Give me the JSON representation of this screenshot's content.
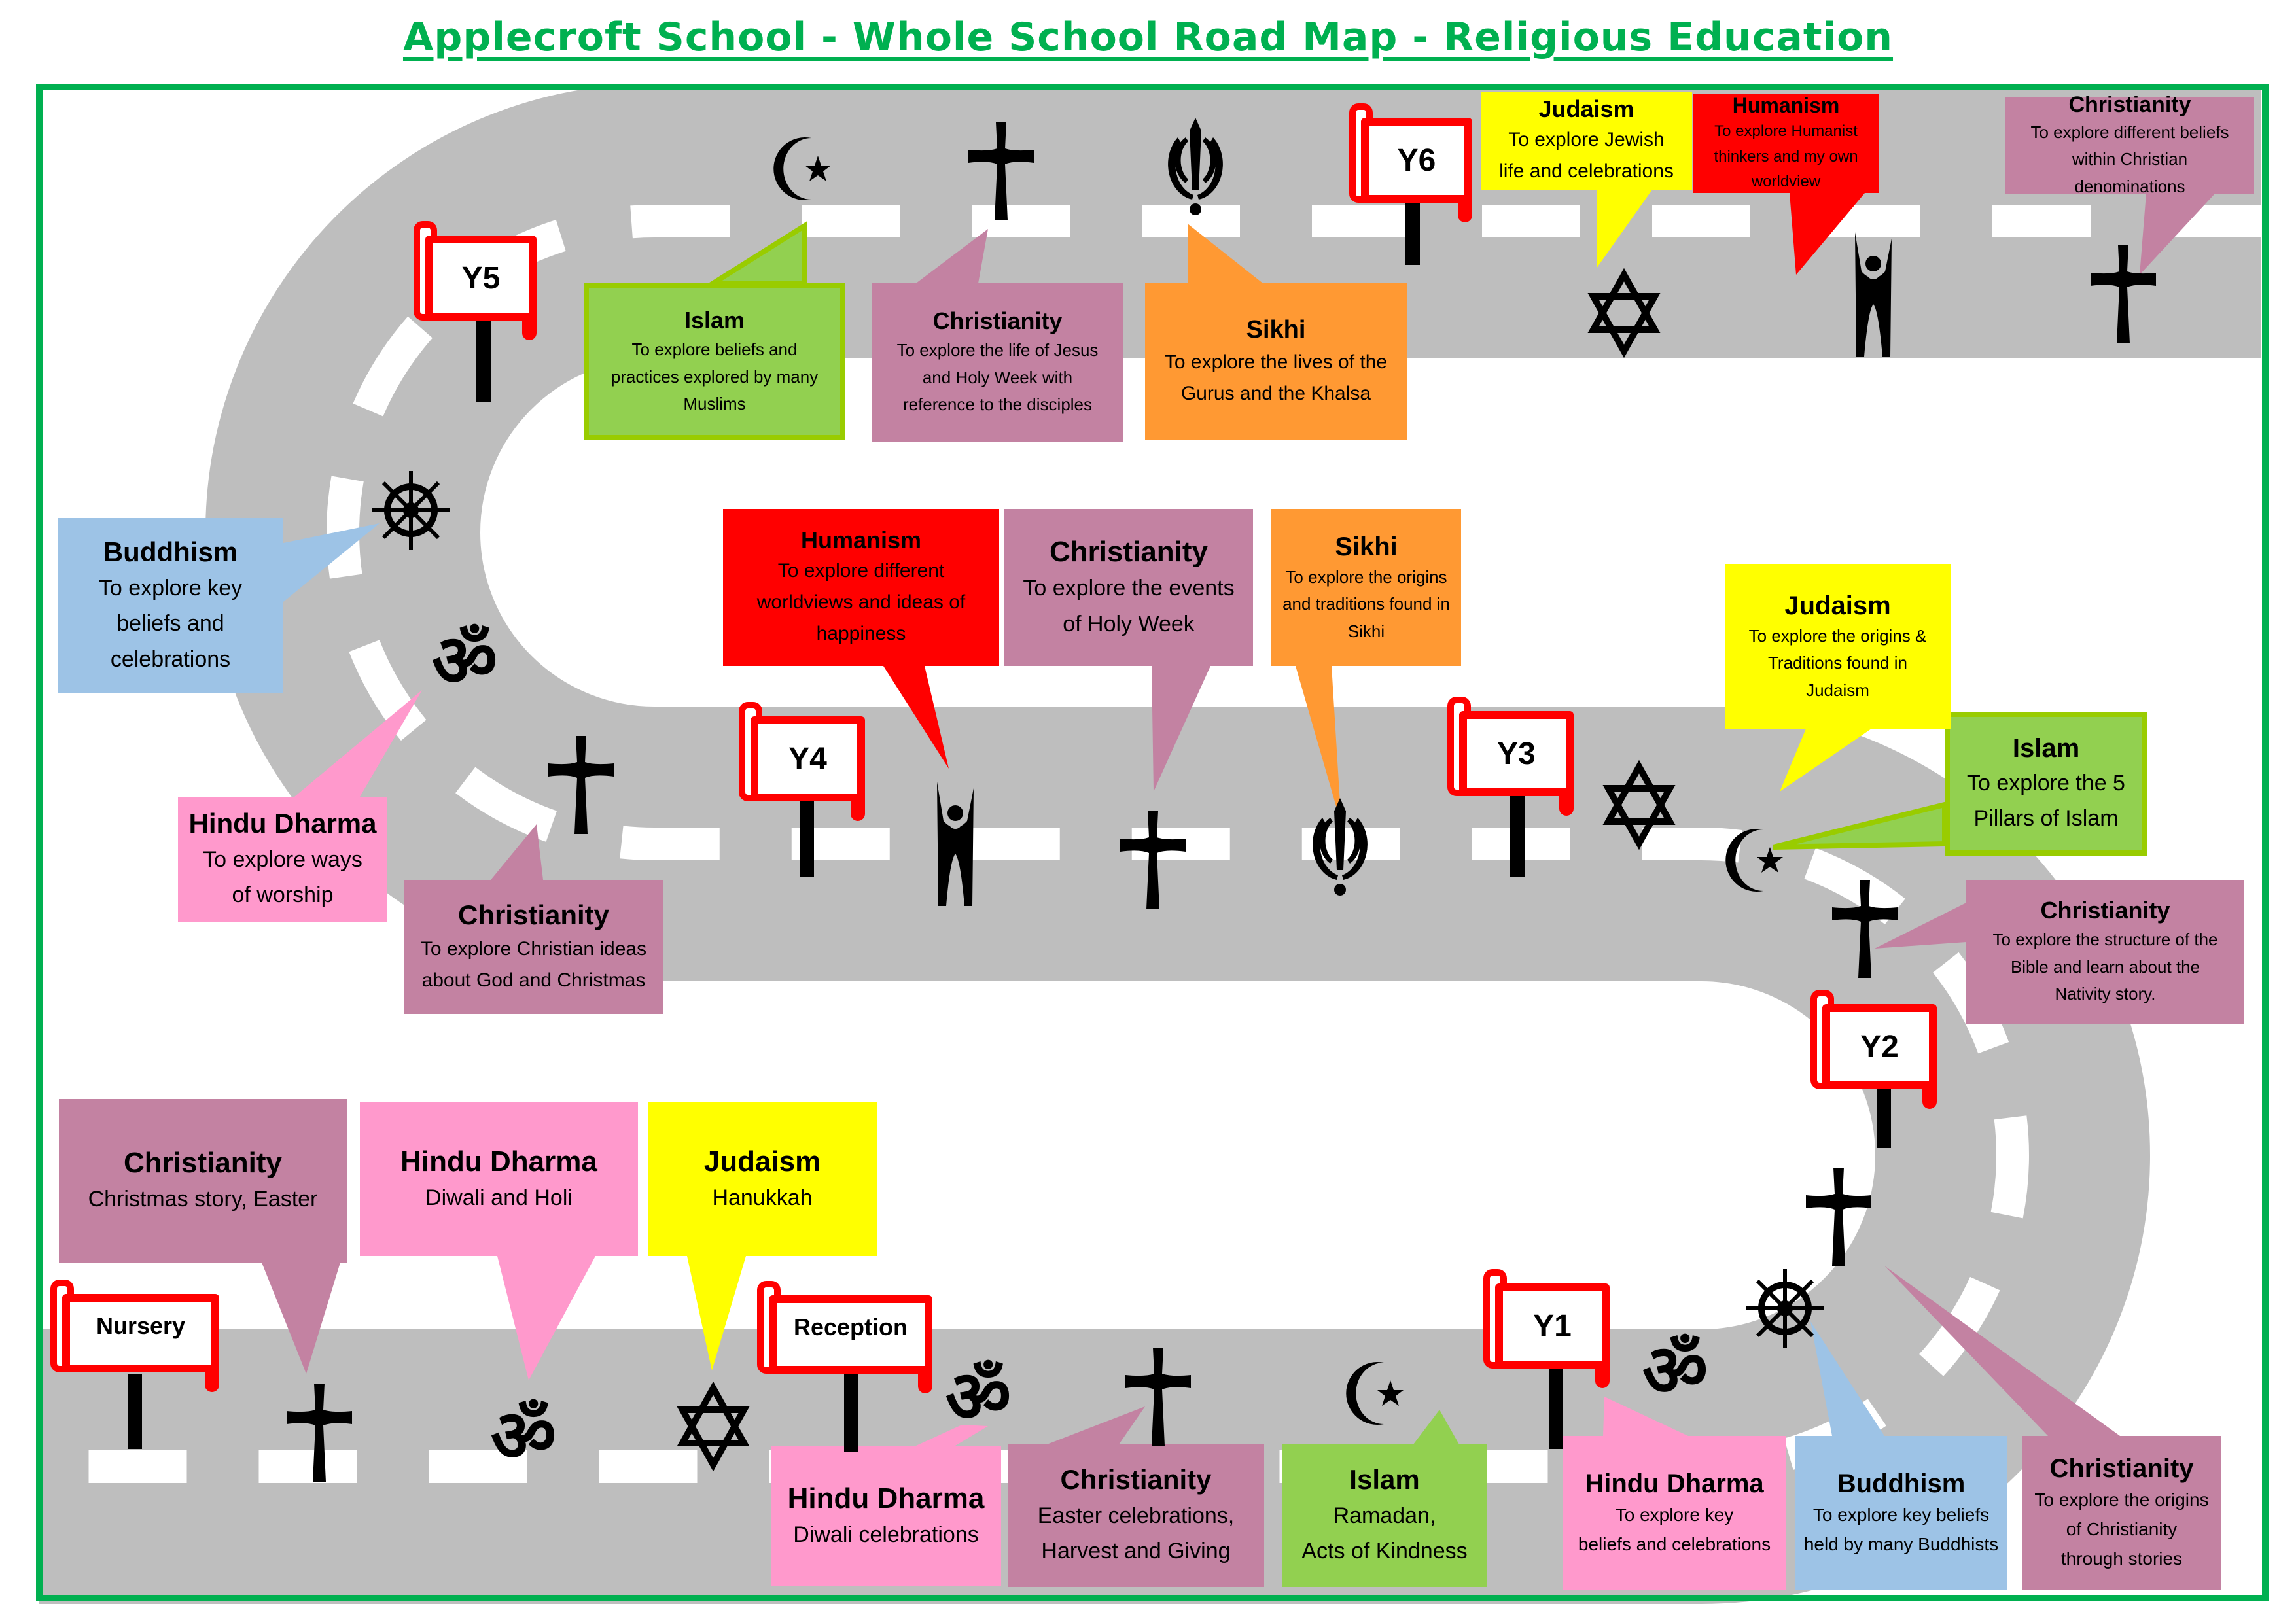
{
  "title": "Applecroft School - Whole School Road Map - Religious Education",
  "colors": {
    "frame": "#00B050",
    "road": "#BEBEBE",
    "christianity": "#C382A2",
    "islam": "#92D050",
    "islam_border": "#99CC00",
    "sikhi": "#FF9933",
    "judaism": "#FFFF00",
    "humanism": "#FF0000",
    "buddhism": "#9DC3E6",
    "hindu": "#FF99CC",
    "sign_border": "#FF0000"
  },
  "stages": [
    {
      "id": "nursery",
      "label": "Nursery"
    },
    {
      "id": "reception",
      "label": "Reception"
    },
    {
      "id": "y1",
      "label": "Y1"
    },
    {
      "id": "y2",
      "label": "Y2"
    },
    {
      "id": "y3",
      "label": "Y3"
    },
    {
      "id": "y4",
      "label": "Y4"
    },
    {
      "id": "y5",
      "label": "Y5"
    },
    {
      "id": "y6",
      "label": "Y6"
    }
  ],
  "bubbles": {
    "nursery_christianity": {
      "heading": "Christianity",
      "lines": [
        "Christmas story, Easter"
      ],
      "icon": "cross-icon"
    },
    "nursery_hindu": {
      "heading": "Hindu Dharma",
      "lines": [
        "Diwali and Holi"
      ],
      "icon": "om-icon"
    },
    "nursery_judaism": {
      "heading": "Judaism",
      "lines": [
        "Hanukkah"
      ],
      "icon": "star-of-david-icon"
    },
    "reception_hindu": {
      "heading": "Hindu Dharma",
      "lines": [
        "Diwali celebrations"
      ],
      "icon": "om-icon"
    },
    "reception_christianity": {
      "heading": "Christianity",
      "lines": [
        "Easter celebrations,",
        "Harvest and Giving"
      ],
      "icon": "cross-icon"
    },
    "reception_islam": {
      "heading": "Islam",
      "lines": [
        "Ramadan,",
        "Acts of Kindness"
      ],
      "icon": "crescent-star-icon"
    },
    "y1_hindu": {
      "heading": "Hindu Dharma",
      "lines": [
        "To explore key",
        "beliefs and celebrations"
      ],
      "icon": "om-icon"
    },
    "y1_buddhism": {
      "heading": "Buddhism",
      "lines": [
        "To explore key beliefs",
        "held by many Buddhists"
      ],
      "icon": "dharma-wheel-icon"
    },
    "y1_christianity": {
      "heading": "Christianity",
      "lines": [
        "To explore the origins",
        "of Christianity",
        "through stories"
      ],
      "icon": "cross-icon"
    },
    "y2_christianity": {
      "heading": "Christianity",
      "lines": [
        "To explore the structure of the",
        "Bible and learn about the",
        "Nativity story."
      ],
      "icon": "cross-icon"
    },
    "y3_islam": {
      "heading": "Islam",
      "lines": [
        "To explore the 5",
        "Pillars of Islam"
      ],
      "icon": "crescent-star-icon"
    },
    "y3_judaism": {
      "heading": "Judaism",
      "lines": [
        "To explore the origins &",
        "Traditions found in",
        "Judaism"
      ],
      "icon": "star-of-david-icon"
    },
    "y3_sikhi": {
      "heading": "Sikhi",
      "lines": [
        "To explore the origins",
        "and traditions found in",
        "Sikhi"
      ],
      "icon": "khanda-icon"
    },
    "y4_christianity": {
      "heading": "Christianity",
      "lines": [
        "To explore the events",
        "of Holy Week"
      ],
      "icon": "cross-icon"
    },
    "y4_humanism": {
      "heading": "Humanism",
      "lines": [
        "To explore different",
        "worldviews and ideas of",
        "happiness"
      ],
      "icon": "happy-human-icon"
    },
    "y4_christianity_god": {
      "heading": "Christianity",
      "lines": [
        "To explore Christian ideas",
        "about God and Christmas"
      ],
      "icon": "cross-icon"
    },
    "y4_hindu": {
      "heading": "Hindu Dharma",
      "lines": [
        "To explore ways",
        "of worship"
      ],
      "icon": "om-icon"
    },
    "y5_buddhism": {
      "heading": "Buddhism",
      "lines": [
        "To explore key",
        "beliefs and",
        "celebrations"
      ],
      "icon": "dharma-wheel-icon"
    },
    "y5_islam": {
      "heading": "Islam",
      "lines": [
        "To explore beliefs and",
        "practices explored by many",
        "Muslims"
      ],
      "icon": "crescent-star-icon"
    },
    "y5_christianity": {
      "heading": "Christianity",
      "lines": [
        "To explore the life of Jesus",
        "and Holy Week with",
        "reference to the disciples"
      ],
      "icon": "cross-icon"
    },
    "y5_sikhi": {
      "heading": "Sikhi",
      "lines": [
        "To explore the lives of the",
        "Gurus and the Khalsa"
      ],
      "icon": "khanda-icon"
    },
    "y6_judaism": {
      "heading": "Judaism",
      "lines": [
        "To explore Jewish",
        "life and celebrations"
      ],
      "icon": "star-of-david-icon"
    },
    "y6_humanism": {
      "heading": "Humanism",
      "lines": [
        "To explore Humanist",
        "thinkers and my own worldview"
      ],
      "icon": "happy-human-icon"
    },
    "y6_christianity": {
      "heading": "Christianity",
      "lines": [
        "To explore different beliefs",
        "within Christian",
        "denominations"
      ],
      "icon": "cross-icon"
    }
  }
}
